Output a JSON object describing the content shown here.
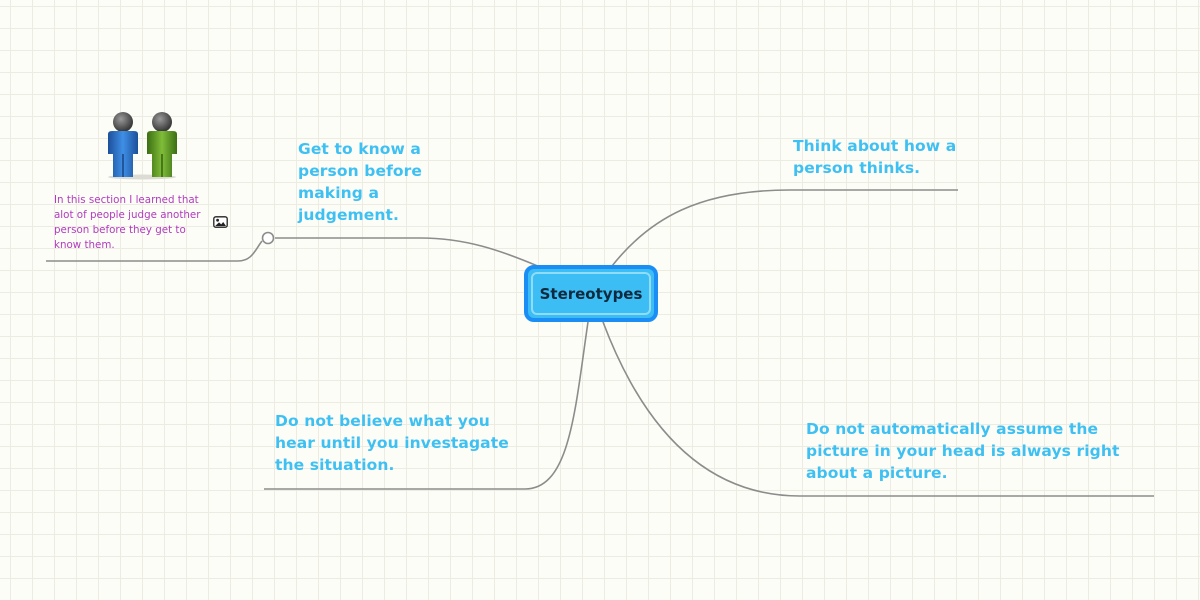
{
  "central_topic": {
    "label": "Stereotypes"
  },
  "branches": [
    {
      "id": "get-to-know",
      "label": "Get to know a person before making a judgement."
    },
    {
      "id": "think-about",
      "label": "Think about how a person thinks."
    },
    {
      "id": "do-not-believe",
      "label": "Do not believe what you hear until you investagate the situation."
    },
    {
      "id": "do-not-assume",
      "label": "Do not automatically assume the picture in your head is always right about a picture."
    }
  ],
  "note": {
    "text": "In this section I learned that alot of people judge another person before they get to know them.",
    "image": "two-people-icon",
    "attachment_icon": "image-icon"
  },
  "colors": {
    "topic_text": "#3ec0f2",
    "central_fill": "#3cbdf3",
    "central_border": "#1a8ef5",
    "central_text": "#0d2a3e",
    "note_text": "#b23cbf",
    "connector": "#8c8c8c"
  }
}
